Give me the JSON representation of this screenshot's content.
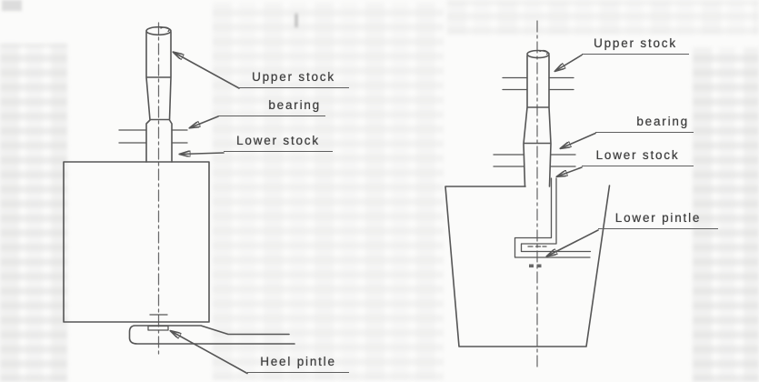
{
  "colors": {
    "paper": "#fbfbfa",
    "line": "#565656",
    "text": "#3e3e3e",
    "ghost_text": "#e3e3e3"
  },
  "diagrams": {
    "left": {
      "labels": {
        "upper_stock": "Upper stock",
        "bearing": "bearing",
        "lower_stock": "Lower stock",
        "heel_pintle": "Heel pintle"
      }
    },
    "right": {
      "labels": {
        "upper_stock": "Upper stock",
        "bearing": "bearing",
        "lower_stock": "Lower stock",
        "lower_pintle": "Lower pintle"
      }
    }
  }
}
